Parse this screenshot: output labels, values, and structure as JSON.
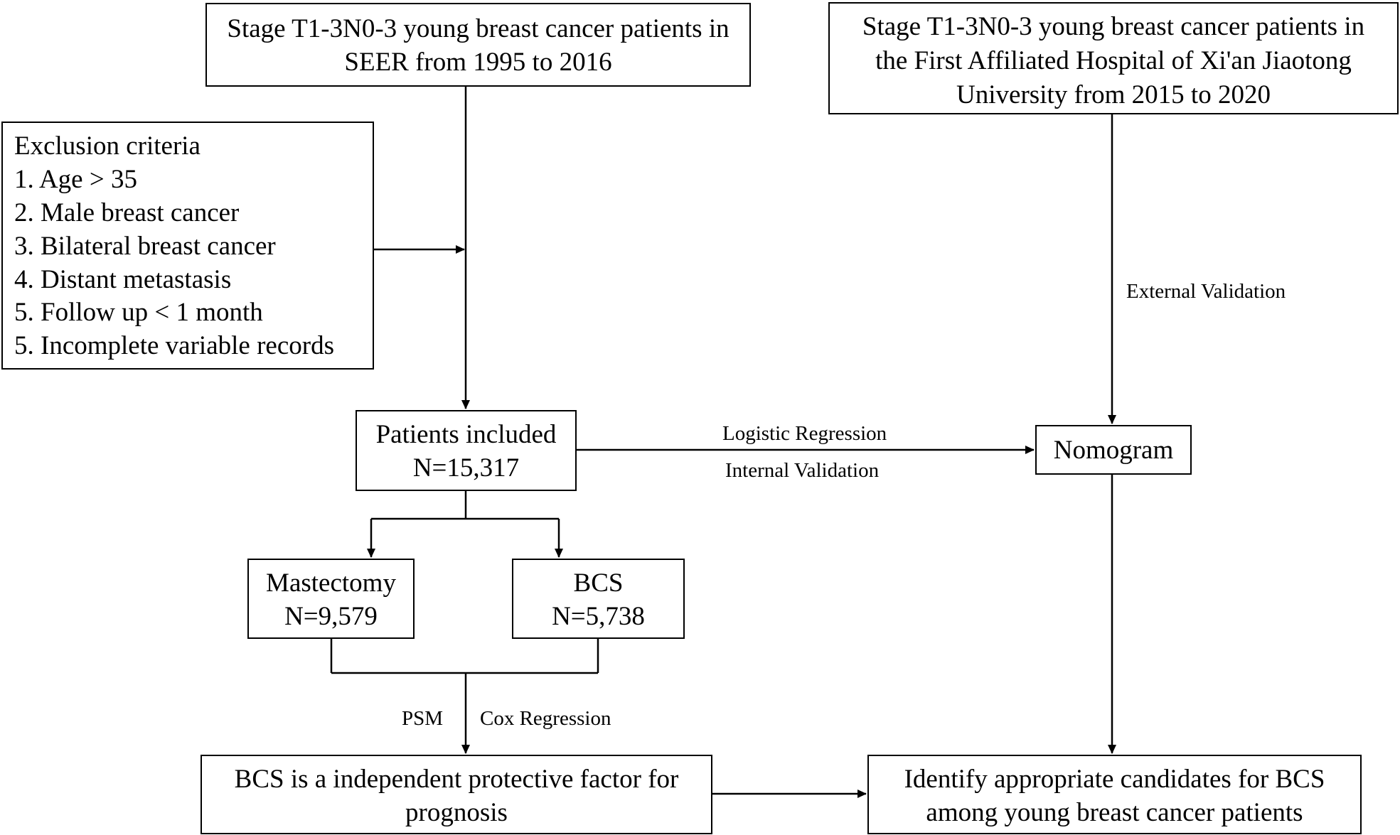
{
  "seer_box": {
    "lines": [
      "Stage T1-3N0-3 young breast cancer patients in",
      "SEER from 1995 to 2016"
    ]
  },
  "hospital_box": {
    "lines": [
      "Stage T1-3N0-3 young breast cancer patients in",
      "the First Affiliated Hospital of Xi'an Jiaotong",
      "University from 2015 to 2020"
    ]
  },
  "exclusion_box": {
    "title": "Exclusion criteria",
    "items": [
      "1. Age > 35",
      "2. Male breast cancer",
      "3. Bilateral breast cancer",
      "4. Distant metastasis",
      "5. Follow up < 1 month",
      "5. Incomplete variable records"
    ]
  },
  "included_box": {
    "lines": [
      "Patients included",
      "N=15,317"
    ]
  },
  "nomogram_box": {
    "lines": [
      "Nomogram"
    ]
  },
  "mastectomy_box": {
    "lines": [
      "Mastectomy",
      "N=9,579"
    ]
  },
  "bcs_box": {
    "lines": [
      "BCS",
      "N=5,738"
    ]
  },
  "protective_box": {
    "lines": [
      "BCS is a independent protective factor for",
      "prognosis"
    ]
  },
  "candidates_box": {
    "lines": [
      "Identify appropriate candidates for BCS",
      "among young breast cancer patients"
    ]
  },
  "edge_labels": {
    "external_validation": "External Validation",
    "logistic_regression": "Logistic Regression",
    "internal_validation": "Internal Validation",
    "psm": "PSM",
    "cox_regression": "Cox Regression"
  },
  "colors": {
    "stroke": "#000000",
    "background": "#ffffff"
  }
}
